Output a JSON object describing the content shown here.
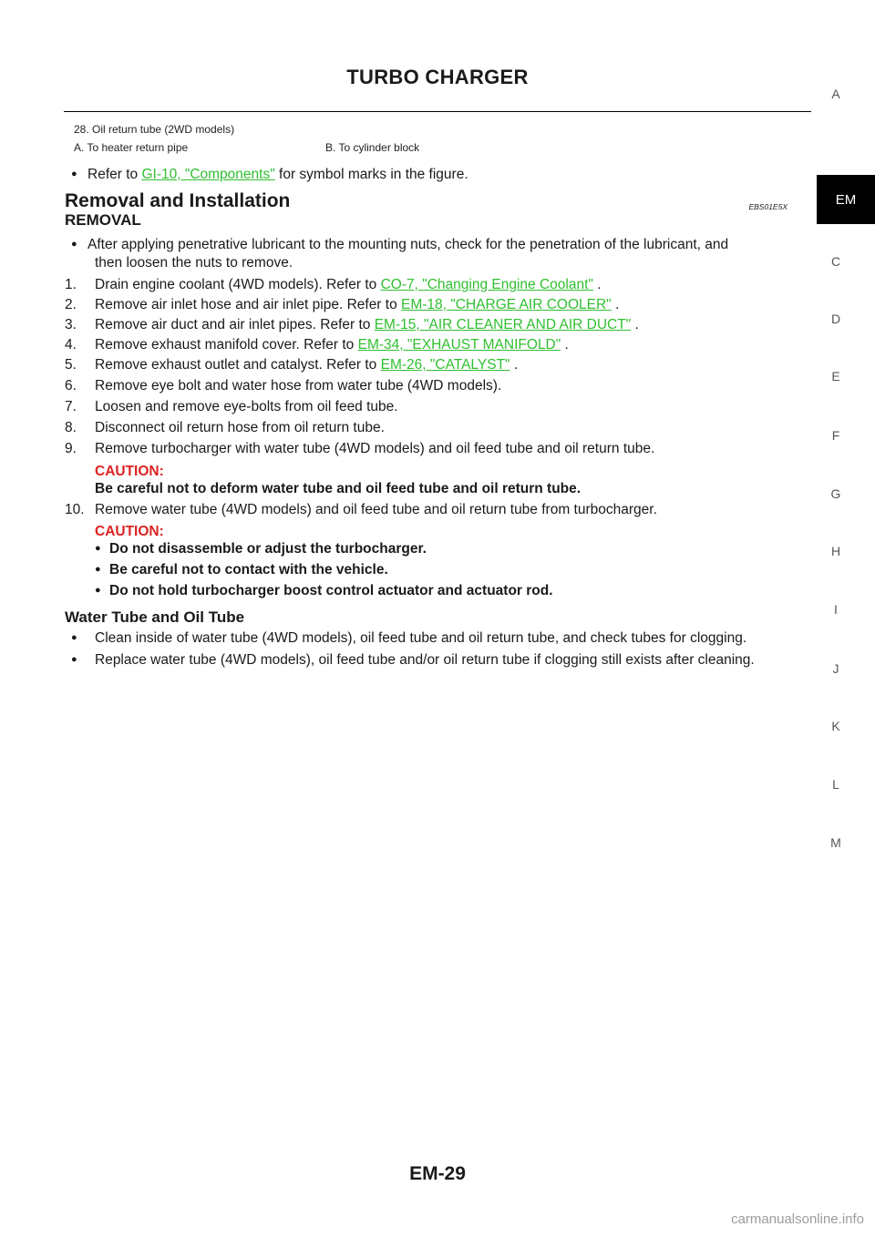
{
  "header": {
    "title": "TURBO CHARGER"
  },
  "legend": {
    "item_28": "28.  Oil return tube (2WD models)",
    "item_a": "A.   To heater return pipe",
    "item_b": "B.   To cylinder block"
  },
  "refer_line": {
    "prefix": "Refer to ",
    "link": "GI-10, \"Components\"",
    "suffix": "  for symbol marks in the figure."
  },
  "section": {
    "title": "Removal and Installation",
    "code": "EBS01E5X",
    "removal_heading": "REMOVAL",
    "intro_line1": "After applying penetrative lubricant to the mounting nuts, check for the penetration of the lubricant, and",
    "intro_line2": "then loosen the nuts to remove.",
    "steps": [
      {
        "num": "1.",
        "text": "Drain engine coolant (4WD models). Refer to ",
        "link": "CO-7, \"Changing Engine Coolant\"",
        "tail": " ."
      },
      {
        "num": "2.",
        "text": "Remove air inlet hose and air inlet pipe. Refer to ",
        "link": "EM-18, \"CHARGE AIR COOLER\"",
        "tail": " ."
      },
      {
        "num": "3.",
        "text": "Remove air duct and air inlet pipes. Refer to ",
        "link": "EM-15, \"AIR CLEANER AND AIR DUCT\"",
        "tail": " ."
      },
      {
        "num": "4.",
        "text": "Remove exhaust manifold cover. Refer to ",
        "link": "EM-34, \"EXHAUST MANIFOLD\"",
        "tail": " ."
      },
      {
        "num": "5.",
        "text": "Remove exhaust outlet and catalyst. Refer to ",
        "link": "EM-26, \"CATALYST\"",
        "tail": " ."
      },
      {
        "num": "6.",
        "text": "Remove eye bolt and water hose from water tube (4WD models)."
      },
      {
        "num": "7.",
        "text": "Loosen and remove eye-bolts from oil feed tube."
      },
      {
        "num": "8.",
        "text": "Disconnect oil return hose from oil return tube."
      },
      {
        "num": "9.",
        "text": "Remove turbocharger with water tube (4WD models) and oil feed tube and oil return tube."
      },
      {
        "num": "10.",
        "text": "Remove water tube (4WD models) and oil feed tube and oil return tube from turbocharger."
      }
    ],
    "caution1": {
      "label": "CAUTION:",
      "text": "Be careful not to deform water tube and oil feed tube and oil return tube."
    },
    "caution2": {
      "label": "CAUTION:",
      "items": [
        "Do not disassemble or adjust the turbocharger.",
        "Be careful not to contact with the vehicle.",
        "Do not hold turbocharger boost control actuator and actuator rod."
      ]
    },
    "water_tube": {
      "heading": "Water Tube and Oil Tube",
      "items": [
        "Clean inside of water tube (4WD models), oil feed tube and oil return tube, and check tubes for clogging.",
        "Replace water tube (4WD models), oil feed tube and/or oil return tube if clogging still exists after cleaning."
      ]
    }
  },
  "side_index": [
    "A",
    "EM",
    "C",
    "D",
    "E",
    "F",
    "G",
    "H",
    "I",
    "J",
    "K",
    "L",
    "M"
  ],
  "footer": {
    "page_number": "EM-29",
    "watermark": "carmanualsonline.info"
  },
  "colors": {
    "link": "#2fbf2f",
    "caution": "#dd2222",
    "tab_bg": "#000000"
  }
}
